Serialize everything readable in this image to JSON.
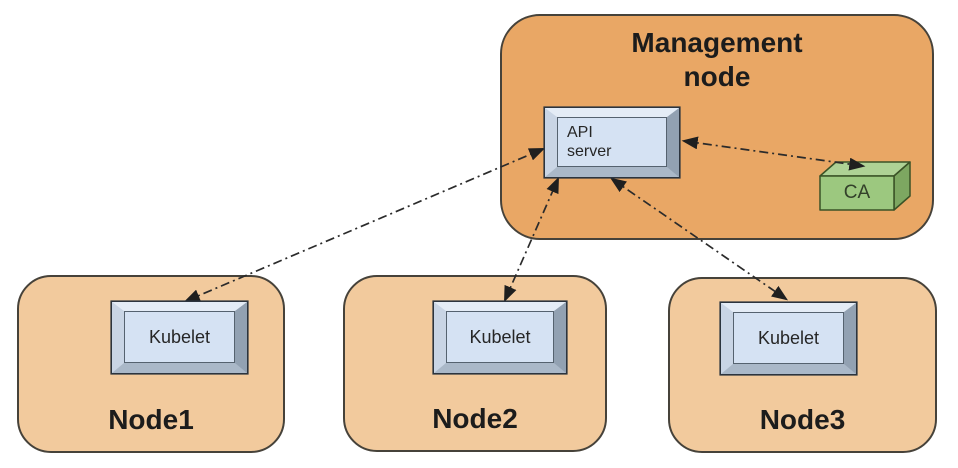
{
  "management_node": {
    "label": "Management\nnode",
    "api_server_label": "API\nserver",
    "ca_label": "CA"
  },
  "worker_nodes": [
    {
      "label": "Node1",
      "component_label": "Kubelet"
    },
    {
      "label": "Node2",
      "component_label": "Kubelet"
    },
    {
      "label": "Node3",
      "component_label": "Kubelet"
    }
  ],
  "connections": [
    {
      "from": "API server",
      "to": "Kubelet (Node1)",
      "bidirectional": true,
      "style": "dash-dot"
    },
    {
      "from": "API server",
      "to": "Kubelet (Node2)",
      "bidirectional": true,
      "style": "dash-dot"
    },
    {
      "from": "API server",
      "to": "Kubelet (Node3)",
      "bidirectional": true,
      "style": "dash-dot"
    },
    {
      "from": "API server",
      "to": "CA",
      "bidirectional": true,
      "style": "dash-dot"
    }
  ],
  "colors": {
    "management_node_fill": "#E9A765",
    "worker_node_fill": "#F2CA9D",
    "component_face": "#D5E2F3",
    "ca_front": "#9CC87F",
    "ca_top": "#AED295",
    "ca_side": "#7DA761",
    "arrow": "#2B2B2B"
  }
}
